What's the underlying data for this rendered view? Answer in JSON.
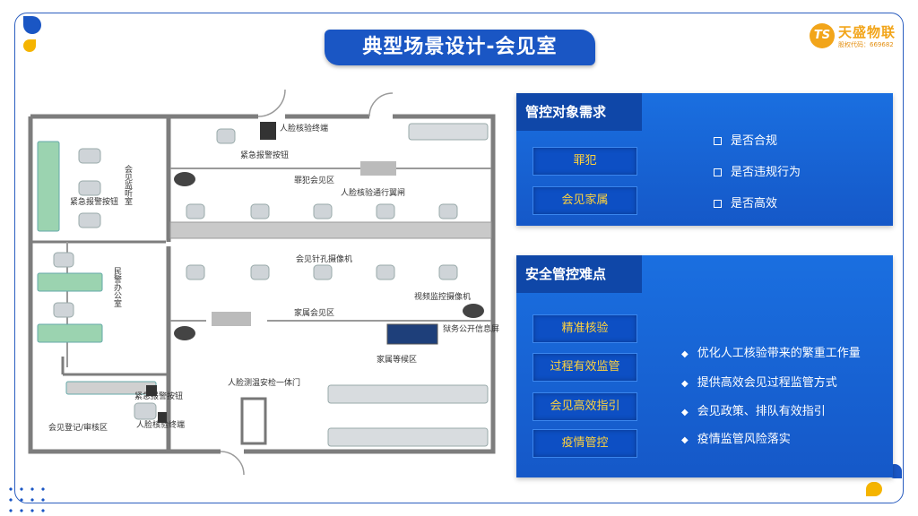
{
  "title": "典型场景设计-会见室",
  "logo": {
    "mark": "TS",
    "name": "天盛物联",
    "code": "股权代码：669682"
  },
  "plan_labels": {
    "face_terminal_top": "人脸核验终端",
    "alarm_top": "紧急报警按钮",
    "criminal_area": "罪犯会见区",
    "face_gate": "人脸核验通行翼闸",
    "monitor_room": "会见监听室",
    "alarm_left": "紧急报警按钮",
    "pinhole_camera": "会见针孔摄像机",
    "police_office": "民警办公室",
    "video_camera": "视频监控摄像机",
    "family_area": "家属会见区",
    "info_screen": "狱务公开信息屏",
    "waiting_area": "家属等候区",
    "temp_gate": "人脸测温安检一体门",
    "alarm_bottom": "紧急报警按钮",
    "face_terminal_bottom": "人脸核验终端",
    "register_area": "会见登记/审核区"
  },
  "panel1": {
    "heading": "管控对象需求",
    "tags": [
      "罪犯",
      "会见家属"
    ],
    "items": [
      "是否合规",
      "是否违规行为",
      "是否高效"
    ]
  },
  "panel2": {
    "heading": "安全管控难点",
    "tags": [
      "精准核验",
      "过程有效监管",
      "会见高效指引",
      "疫情管控"
    ],
    "items": [
      "优化人工核验带来的繁重工作量",
      "提供高效会见过程监管方式",
      "会见政策、排队有效指引",
      "疫情监管风险落实"
    ]
  },
  "colors": {
    "brand_blue": "#1a56c4",
    "accent_yellow": "#ffd23d",
    "logo_orange": "#f2a51a"
  }
}
